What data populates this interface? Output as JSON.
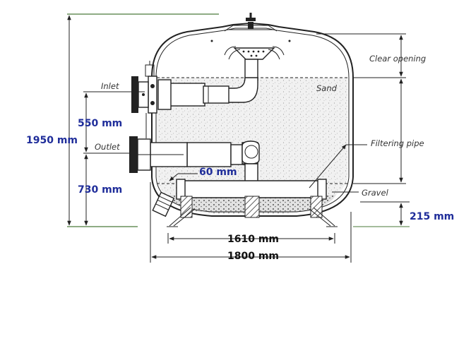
{
  "labels": {
    "clear_opening": "Clear opening",
    "sand": "Sand",
    "inlet": "Inlet",
    "outlet": "Outlet",
    "filtering_pipe": "Filtering pipe",
    "gravel": "Gravel"
  },
  "dimensions": {
    "total_height": "1950 mm",
    "inlet_to_outlet": "550 mm",
    "outlet_height": "730 mm",
    "nozzle_diameter": "60 mm",
    "leg_height": "215 mm",
    "leg_span": "1610 mm",
    "tank_diameter": "1800 mm"
  },
  "colors": {
    "dimension_blue": "#1f2d9a",
    "green_rule": "#4a7a3a",
    "line": "#222222"
  }
}
